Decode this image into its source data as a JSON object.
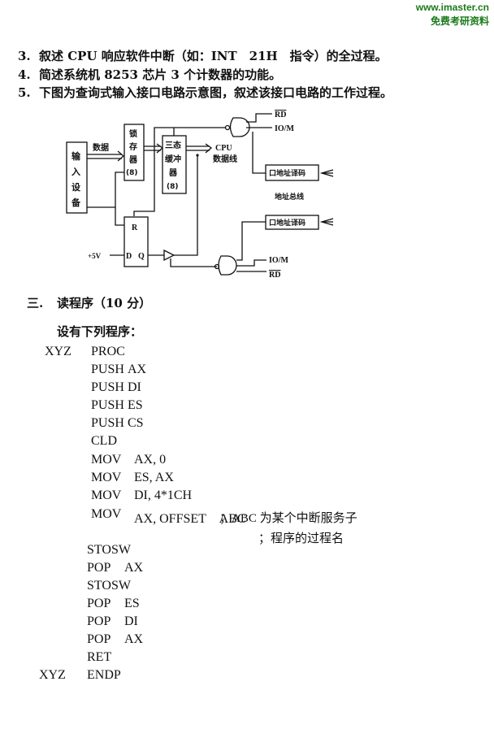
{
  "watermark": {
    "url": "www.imaster.cn",
    "slogan": "免费考研资料",
    "color": "#1a7a1a"
  },
  "questions": [
    {
      "num": "3.",
      "text": "叙述 CPU 响应软件中断（如：INT　21H　指令）的全过程。"
    },
    {
      "num": "4.",
      "text": "简述系统机 8253 芯片 3 个计数器的功能。"
    },
    {
      "num": "5.",
      "text": "下图为查询式输入接口电路示意图，叙述该接口电路的工作过程。"
    }
  ],
  "diagram": {
    "input_device": [
      "输",
      "入",
      "设",
      "备"
    ],
    "data_label": "数据",
    "latch": [
      "锁",
      "存",
      "器",
      "(8)"
    ],
    "buffer": [
      "三态",
      "缓冲",
      "器",
      "(8)"
    ],
    "cpu_bus": [
      "CPU",
      "数据线"
    ],
    "decoder_top": "口地址译码",
    "decoder_bottom": "口地址译码",
    "address_bus": "地址总线",
    "ff_r": "R",
    "ff_d": "D",
    "ff_q": "Q",
    "vcc": "+5V",
    "rd_top": "RD",
    "iom_top": "IO/M",
    "iom_bottom": "IO/M",
    "rd_bottom": "RD"
  },
  "section3": {
    "heading_num": "三.",
    "heading": "读程序（10 分）",
    "intro": "设有下列程序：",
    "lines": [
      {
        "label": "XYZ",
        "op": "PROC",
        "args": ""
      },
      {
        "label": "",
        "op": "PUSH",
        "args": "AX"
      },
      {
        "label": "",
        "op": "PUSH",
        "args": "DI"
      },
      {
        "label": "",
        "op": "PUSH",
        "args": "ES"
      },
      {
        "label": "",
        "op": "PUSH",
        "args": "CS"
      },
      {
        "label": "",
        "op": "CLD",
        "args": ""
      },
      {
        "label": "",
        "op": "MOV",
        "args": "AX, 0"
      },
      {
        "label": "",
        "op": "MOV",
        "args": "ES, AX"
      },
      {
        "label": "",
        "op": "MOV",
        "args": "DI, 4*1CH"
      },
      {
        "label": "",
        "op": "MOV",
        "args": "AX, OFFSET　ABC"
      },
      {
        "label": "",
        "op": "STOSW",
        "args": ""
      },
      {
        "label": "",
        "op": "POP",
        "args": "AX"
      },
      {
        "label": "",
        "op": "STOSW",
        "args": ""
      },
      {
        "label": "",
        "op": "POP",
        "args": "ES"
      },
      {
        "label": "",
        "op": "POP",
        "args": "DI"
      },
      {
        "label": "",
        "op": "POP",
        "args": "AX"
      },
      {
        "label": "",
        "op": "RET",
        "args": ""
      },
      {
        "label": "XYZ",
        "op": "ENDP",
        "args": ""
      }
    ],
    "comment_line1": "；ABC 为某个中断服务子",
    "comment_line2": "；程序的过程名"
  }
}
